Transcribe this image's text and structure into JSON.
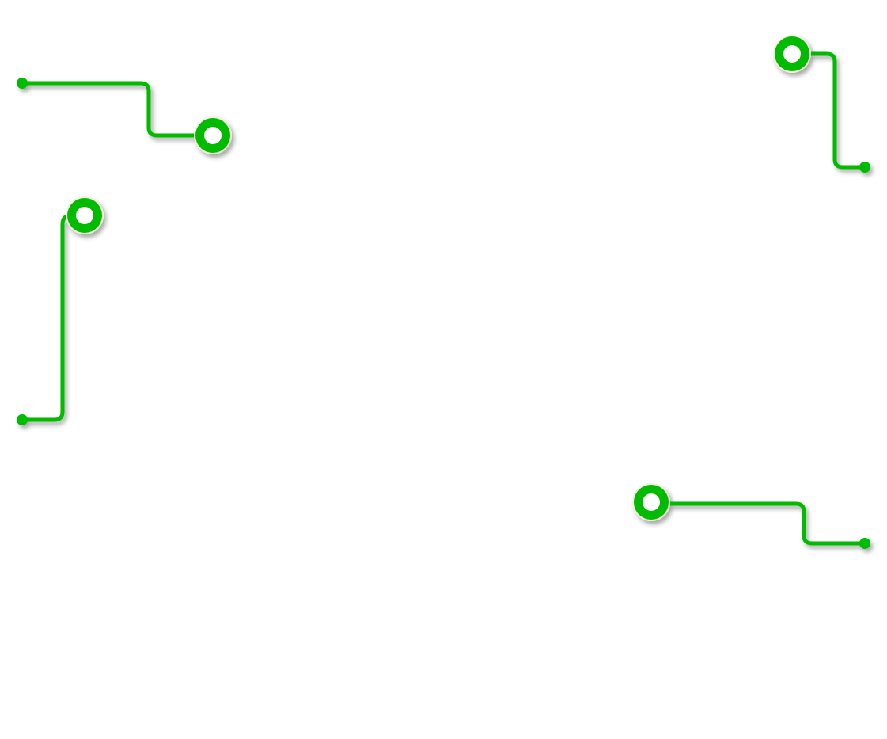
{
  "colors": {
    "accent": "#00bb00",
    "ring_border": "#f4f4dc",
    "background": "#ffffff"
  },
  "connectors": [
    {
      "name": "connector-top-left"
    },
    {
      "name": "connector-left"
    },
    {
      "name": "connector-top-right"
    },
    {
      "name": "connector-bottom-right"
    }
  ]
}
